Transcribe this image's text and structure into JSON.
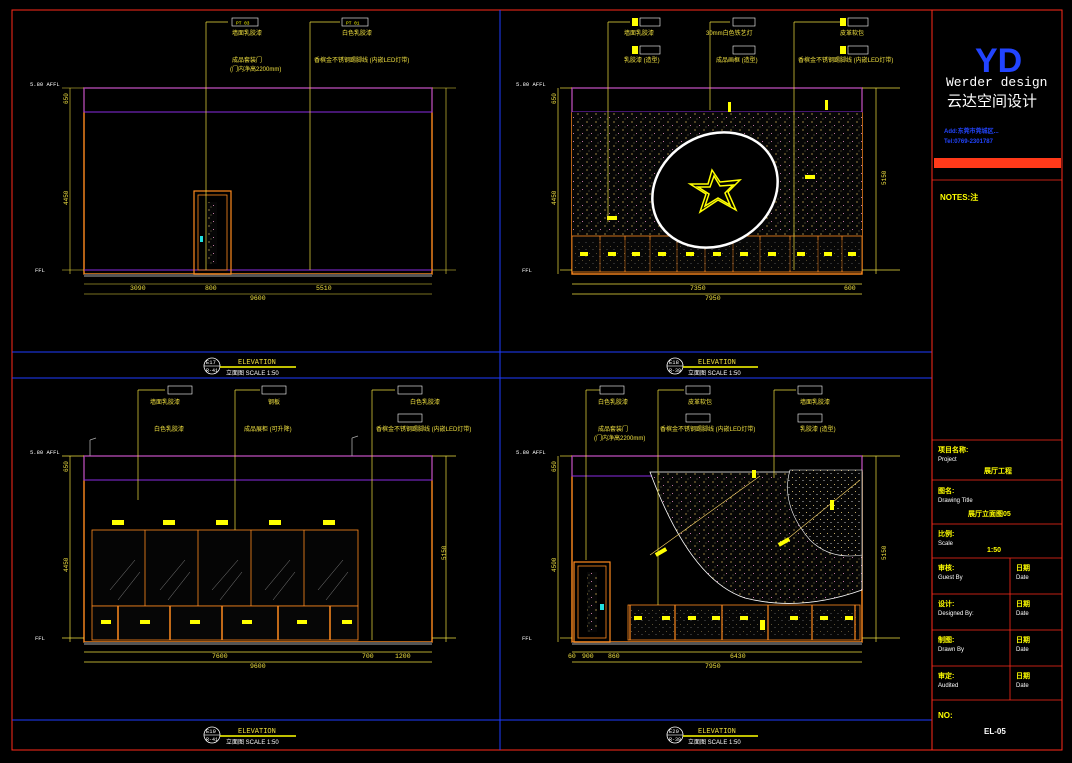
{
  "title_block": {
    "logo_letters": "YD",
    "brand_en": "Werder design",
    "brand_cn": "云达空间设计",
    "addr_line1": "Add:东莞市莞城区...",
    "addr_line2": "Tel:0769-2301787",
    "notes_label": "NOTES:注",
    "project_label_cn": "项目名称:",
    "project_label_en": "Project",
    "project_value": "展厅工程",
    "drawing_title_cn": "图名:",
    "drawing_title_en": "Drawing Title",
    "drawing_title_value": "展厅立面图05",
    "scale_label_cn": "比例:",
    "scale_label_en": "Scale",
    "scale_value": "1:50",
    "checked_cn": "审核:",
    "checked_en": "Guest By",
    "designed_cn": "设计:",
    "designed_en": "Designed By:",
    "drawn_cn": "制图:",
    "drawn_en": "Drawn By",
    "audited_cn": "审定:",
    "audited_en": "Audited",
    "date_cn": "日期",
    "date_en": "Date",
    "no_label": "NO:",
    "no_value": "EL-05"
  },
  "elevations": [
    {
      "id": "E17",
      "ref": "R-41",
      "title": "ELEVATION",
      "subtitle": "立面图  SCALE 1:50",
      "notes": [
        "墙面乳胶漆",
        "白色乳胶漆",
        "成品套装门",
        "(门内净高2200mm)",
        "香槟金不锈钢踢脚线 (内嵌LED灯带)"
      ],
      "dims": [
        "3090",
        "800",
        "5510",
        "9600"
      ],
      "heights": [
        "650",
        "4450"
      ],
      "levels": [
        "FFL",
        "5.80 AFFL"
      ]
    },
    {
      "id": "E18",
      "ref": "R-39",
      "title": "ELEVATION",
      "subtitle": "立面图  SCALE 1:50",
      "notes": [
        "墙面乳胶漆",
        "乳胶漆 (造型)",
        "30mm白色铁艺灯",
        "成品画框 (造型)",
        "皮革软包",
        "香槟金不锈钢踢脚线 (内嵌LED灯带)"
      ],
      "dims": [
        "7350",
        "600",
        "7950"
      ],
      "heights": [
        "650",
        "4450",
        "5150"
      ],
      "levels": [
        "FFL",
        "5.80 AFFL"
      ]
    },
    {
      "id": "E19",
      "ref": "R-41",
      "title": "ELEVATION",
      "subtitle": "立面图  SCALE 1:50",
      "notes": [
        "墙面乳胶漆",
        "白色乳胶漆",
        "钢板",
        "成品展柜 (可升降)",
        "白色乳胶漆",
        "香槟金不锈钢踢脚线 (内嵌LED灯带)"
      ],
      "dims": [
        "7600",
        "700",
        "1200",
        "9600"
      ],
      "heights": [
        "650",
        "4450",
        "5150"
      ],
      "levels": [
        "FFL",
        "5.80 AFFL"
      ]
    },
    {
      "id": "E20",
      "ref": "R-39",
      "title": "ELEVATION",
      "subtitle": "立面图  SCALE 1:50",
      "notes": [
        "白色乳胶漆",
        "成品套装门",
        "(门内净高2200mm)",
        "皮革软包",
        "香槟金不锈钢踢脚线 (内嵌LED灯带)",
        "墙面乳胶漆",
        "乳胶漆 (造型)"
      ],
      "dims": [
        "60",
        "900",
        "860",
        "6430",
        "7950"
      ],
      "heights": [
        "650",
        "4500",
        "5150"
      ],
      "levels": [
        "FFL",
        "5.80 AFFL"
      ]
    }
  ],
  "colors": {
    "background": "#000000",
    "frame_blue": "#1e3cff",
    "frame_red": "#ff2a1a",
    "dim_yellow": "#f0e040",
    "wall_orange": "#ff8a1e",
    "ceiling_purple": "#8a2be2",
    "led_yellow": "#ffff00",
    "brand_blue": "#2244ff",
    "red_bar": "#ff3a1a"
  }
}
